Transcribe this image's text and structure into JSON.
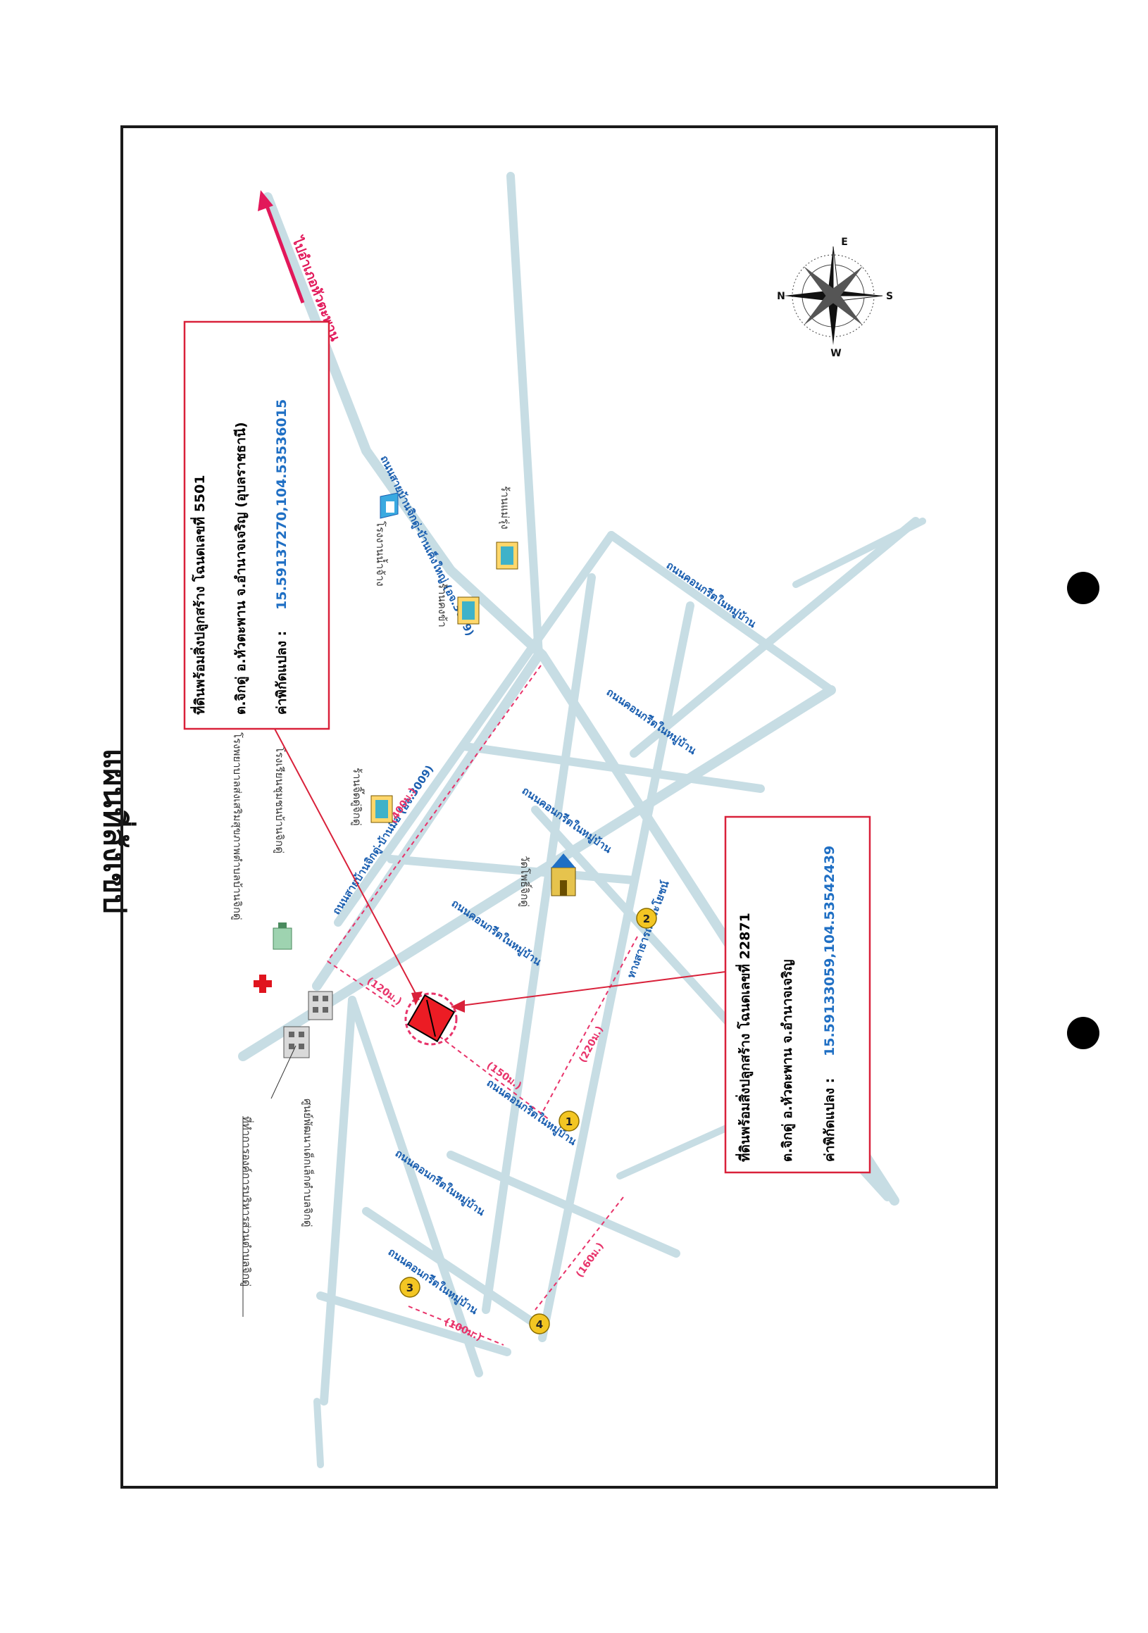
{
  "page": {
    "title": "แผนที่สังเขป"
  },
  "colors": {
    "road": "#c7dde4",
    "road_edge": "#b3ccd6",
    "frame": "#1a1a1a",
    "callout_border": "#d9213a",
    "parcel": "#ec1c24",
    "coord_text": "#1f6fc4",
    "road_label": "#1b5fb0",
    "distance": "#e8336a",
    "marker": "#f3c623",
    "hospital_cross": "#e0141e",
    "direction": "#e2185a"
  },
  "callout_top": {
    "line1": "ที่ดินพร้อมสิ่งปลูกสร้าง โฉนดเลขที่ 5501",
    "line2": "ต.จิกดู่ อ.หัวตะพาน จ.อำนาจเจริญ (อุบลราชธานี)",
    "coord_label": "ค่าพิกัดแปลง :",
    "coords": "15.59137270,104.53536015"
  },
  "callout_bottom": {
    "line1": "ที่ดินพร้อมสิ่งปลูกสร้าง โฉนดเลขที่ 22871",
    "line2": "ต.จิกดู่ อ.หัวตะพาน จ.อำนาจเจริญ",
    "coord_label": "ค่าพิกัดแปลง :",
    "coords": "15.59133059,104.53542439"
  },
  "roads": {
    "highway_top": "ถนนสายบ้านจิกดู่-บ้านเค็งใหญ่ (อจ.3009)",
    "highway_mid": "ถนนสายบ้านจิกดู่-บ้านมือ (อจ.3009)",
    "to_district": "ไปอำเภอหัวตะพาน",
    "village_1": "ถนนคอนกรีตในหมู่บ้าน",
    "village_2": "ถนนคอนกรีตในหมู่บ้าน",
    "village_3": "ถนนคอนกรีตในหมู่บ้าน",
    "village_4": "ถนนคอนกรีตในหมู่บ้าน",
    "village_5": "ถนนคอนกรีตในหมู่บ้าน",
    "village_6": "ถนนคอนกรีตในหมู่บ้าน",
    "village_7": "ถนนคอนกรีตในหมู่บ้าน",
    "village_8": "ทางสาธารณประโยชน์"
  },
  "places": {
    "hospital": "โรงพยาบาลส่งเสริมสุขภาพตำบลบ้านจิกดู่",
    "school": "โรงเรียนชุมชนบ้านจิกดู่",
    "sao": "ที่ทำการองค์การบริหารส่วนตำบลจิกดู่",
    "child_center": "ศูนย์พัฒนาเด็กเล็กตำบลจิกดู่",
    "temple": "วัดโพธิ์จิกดู่",
    "shop_jikdu": "ร้านจิ๊ดดู่จิกดู่",
    "shop_kongkha": "ร้านคงข้า",
    "shop_maerung": "ร้านแม่รุ่ง",
    "factory": "โรงงานน้ำจ้าง"
  },
  "distances": {
    "d1": "(400ม.)",
    "d2": "(120ม.)",
    "d3": "(150ม.)",
    "d4": "(220ม.)",
    "d5": "(160ม.)",
    "d6": "(100ม.)"
  },
  "markers": {
    "m1": "1",
    "m2": "2",
    "m3": "3",
    "m4": "4"
  },
  "compass": {
    "n": "N",
    "e": "E",
    "s": "S",
    "w": "W"
  }
}
